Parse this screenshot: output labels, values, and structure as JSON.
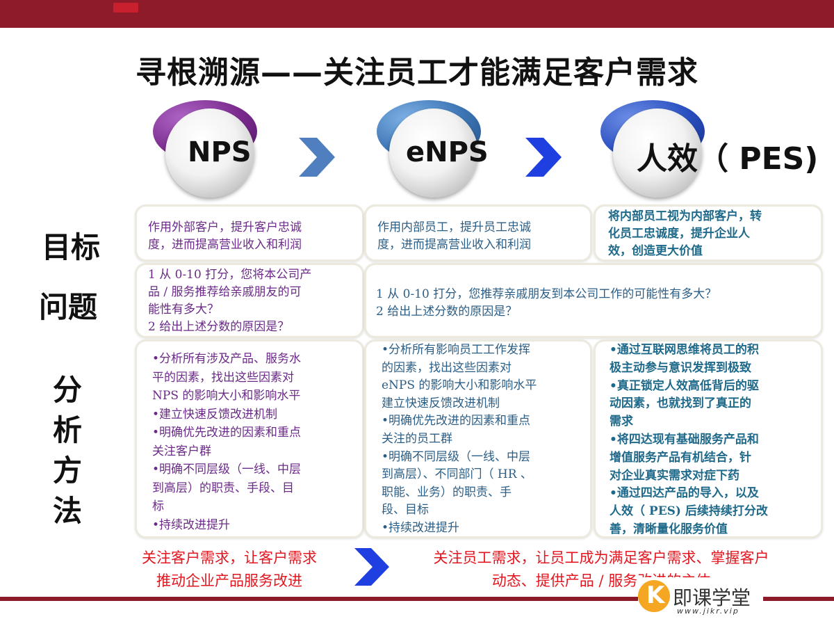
{
  "title": "寻根溯源——关注员工才能满足客户需求",
  "badges": [
    {
      "label": "NPS"
    },
    {
      "label": "eNPS"
    },
    {
      "label": "人效（ PES)"
    }
  ],
  "row_labels": {
    "goal": "目标",
    "question": "问题",
    "analysis": [
      "分",
      "析",
      "方",
      "法"
    ]
  },
  "goals": [
    "作用外部客户，提升客户忠诚\n度，进而提高营业收入和利润",
    "作用内部员工，提升员工忠诚\n度，进而提高营业收入和利润",
    "将内部员工视为内部客户，转\n化员工忠诚度，提升企业人\n效，创造更大价值"
  ],
  "questions": [
    "1 从 0-10 打分，您将本公司产\n品 / 服务推荐给亲戚朋友的可\n能性有多大？\n2 给出上述分数的原因是？",
    "1 从 0-10 打分，您推荐亲戚朋友到本公司工作的可能性有多大？\n2 给出上述分数的原因是？"
  ],
  "analysis": [
    "•分析所有涉及产品、服务水\n平的因素，找出这些因素对\nNPS 的影响大小和影响水平\n•建立快速反馈改进机制\n•明确优先改进的因素和重点\n关注客户群\n•明确不同层级（一线、中层\n到高层）的职责、手段、目\n标\n•持续改进提升",
    "•分析所有影响员工工作发挥\n的因素，找出这些因素对\neNPS 的影响大小和影响水平\n建立快速反馈改进机制\n•明确优先改进的因素和重点\n关注的员工群\n•明确不同层级（一线、中层\n到高层）、不同部门（ HR 、\n职能、业务）的职责、手\n段、目标\n•持续改进提升",
    "•通过互联网思维将员工的积\n极主动参与意识发挥到极致\n•真正锁定人效高低背后的驱\n动因素，也就找到了真正的\n需求\n•将四达现有基础服务产品和\n增值服务产品有机结合，针\n对企业真实需求对症下药\n•通过四达产品的导入，以及\n人效（ PES) 后续持续打分改\n善，清晰量化服务价值"
  ],
  "conclusions": [
    "关注客户需求，让客户需求\n推动企业产品服务改进",
    "关注员工需求，让员工成为满足客户需求、掌握客户\n动态、提供产品 / 服务改进的主体"
  ],
  "logo": {
    "name": "即课学堂",
    "url": "www.jikr.vip",
    "letter": "K"
  },
  "colors": {
    "brand_bar": "#8e1b2a",
    "conclusion": "#e3161f",
    "chevron": "#1f4fd0"
  }
}
